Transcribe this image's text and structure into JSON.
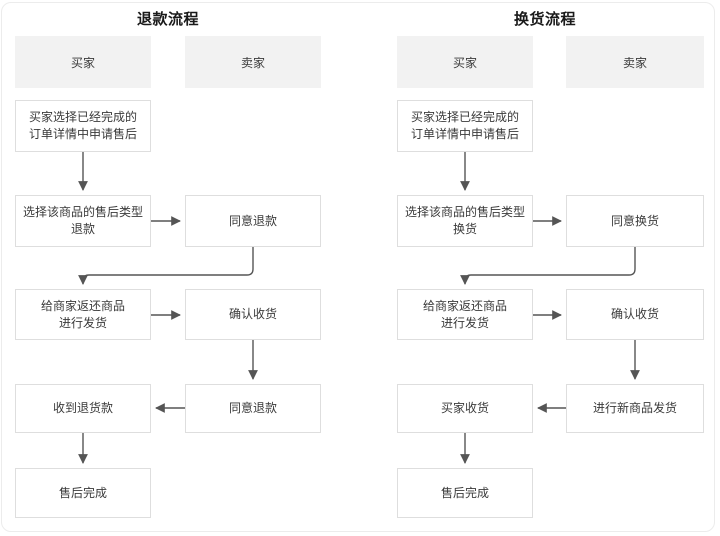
{
  "diagram": {
    "panels": [
      {
        "id": "refund",
        "title": "退款流程",
        "lanes": [
          {
            "id": "buyer",
            "label": "买家"
          },
          {
            "id": "seller",
            "label": "卖家"
          }
        ],
        "nodes": [
          {
            "id": "r1",
            "lane": "buyer",
            "text": "买家选择已经完成的\n订单详情中申请售后",
            "line1": "买家选择已经完成的",
            "line2": "订单详情中申请售后"
          },
          {
            "id": "r2",
            "lane": "buyer",
            "text": "选择该商品的售后类型\n退款",
            "line1": "选择该商品的售后类型",
            "line2": "退款"
          },
          {
            "id": "r3",
            "lane": "seller",
            "text": "同意退款",
            "line1": "同意退款",
            "line2": ""
          },
          {
            "id": "r4",
            "lane": "buyer",
            "text": "给商家返还商品\n进行发货",
            "line1": "给商家返还商品",
            "line2": "进行发货"
          },
          {
            "id": "r5",
            "lane": "seller",
            "text": "确认收货",
            "line1": "确认收货",
            "line2": ""
          },
          {
            "id": "r6",
            "lane": "seller",
            "text": "同意退款",
            "line1": "同意退款",
            "line2": ""
          },
          {
            "id": "r7",
            "lane": "buyer",
            "text": "收到退货款",
            "line1": "收到退货款",
            "line2": ""
          },
          {
            "id": "r8",
            "lane": "buyer",
            "text": "售后完成",
            "line1": "售后完成",
            "line2": ""
          }
        ],
        "edges": [
          {
            "from": "r1",
            "to": "r2",
            "kind": "down"
          },
          {
            "from": "r2",
            "to": "r3",
            "kind": "right"
          },
          {
            "from": "r3",
            "to": "r4",
            "kind": "elbow-down-left"
          },
          {
            "from": "r4",
            "to": "r5",
            "kind": "right"
          },
          {
            "from": "r5",
            "to": "r6",
            "kind": "down"
          },
          {
            "from": "r6",
            "to": "r7",
            "kind": "left"
          },
          {
            "from": "r7",
            "to": "r8",
            "kind": "down"
          }
        ]
      },
      {
        "id": "exchange",
        "title": "换货流程",
        "lanes": [
          {
            "id": "buyer",
            "label": "买家"
          },
          {
            "id": "seller",
            "label": "卖家"
          }
        ],
        "nodes": [
          {
            "id": "e1",
            "lane": "buyer",
            "text": "买家选择已经完成的\n订单详情中申请售后",
            "line1": "买家选择已经完成的",
            "line2": "订单详情中申请售后"
          },
          {
            "id": "e2",
            "lane": "buyer",
            "text": "选择该商品的售后类型\n换货",
            "line1": "选择该商品的售后类型",
            "line2": "换货"
          },
          {
            "id": "e3",
            "lane": "seller",
            "text": "同意换货",
            "line1": "同意换货",
            "line2": ""
          },
          {
            "id": "e4",
            "lane": "buyer",
            "text": "给商家返还商品\n进行发货",
            "line1": "给商家返还商品",
            "line2": "进行发货"
          },
          {
            "id": "e5",
            "lane": "seller",
            "text": "确认收货",
            "line1": "确认收货",
            "line2": ""
          },
          {
            "id": "e6",
            "lane": "seller",
            "text": "进行新商品发货",
            "line1": "进行新商品发货",
            "line2": ""
          },
          {
            "id": "e7",
            "lane": "buyer",
            "text": "买家收货",
            "line1": "买家收货",
            "line2": ""
          },
          {
            "id": "e8",
            "lane": "buyer",
            "text": "售后完成",
            "line1": "售后完成",
            "line2": ""
          }
        ],
        "edges": [
          {
            "from": "e1",
            "to": "e2",
            "kind": "down"
          },
          {
            "from": "e2",
            "to": "e3",
            "kind": "right"
          },
          {
            "from": "e3",
            "to": "e4",
            "kind": "elbow-down-left"
          },
          {
            "from": "e4",
            "to": "e5",
            "kind": "right"
          },
          {
            "from": "e5",
            "to": "e6",
            "kind": "down"
          },
          {
            "from": "e6",
            "to": "e7",
            "kind": "left"
          },
          {
            "from": "e7",
            "to": "e8",
            "kind": "down"
          }
        ]
      }
    ],
    "colors": {
      "lane_header_bg": "#f2f2f2",
      "node_bg": "#ffffff",
      "node_border": "#dedede",
      "text": "#3a3a3a",
      "title": "#1a1a1a",
      "arrow": "#555555",
      "frame_border": "#ececec"
    }
  }
}
